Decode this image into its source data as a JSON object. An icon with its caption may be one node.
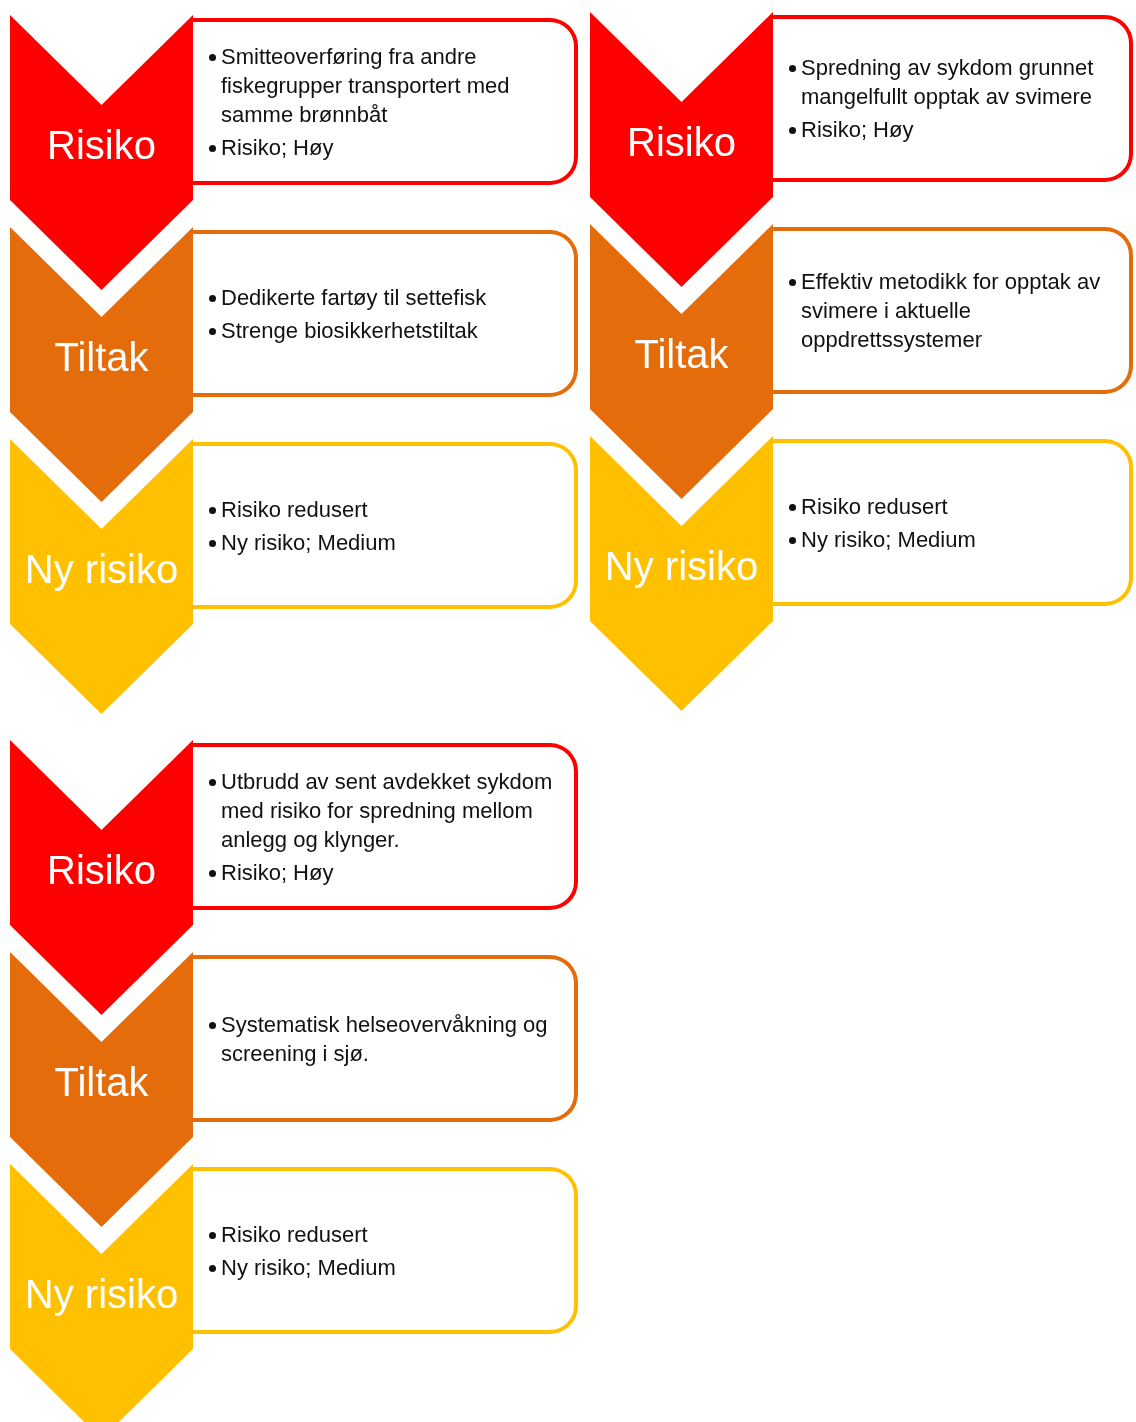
{
  "diagram": {
    "nodes": [
      {
        "text": [
          "Risiko"
        ]
      },
      {
        "text": [
          "Smitteoverføring fra andre fiskegrupper transportert med samme brønnbåt",
          "Risiko; Høy"
        ]
      },
      {
        "text": [
          "Tiltak"
        ]
      },
      {
        "text": [
          "Dedikerte fartøy til settefisk",
          "Strenge biosikkerhetstiltak"
        ]
      },
      {
        "text": [
          "Ny risiko"
        ]
      },
      {
        "text": [
          "Risiko redusert",
          "Ny risiko; Medium"
        ]
      },
      {
        "text": [
          "Risiko"
        ]
      },
      {
        "text": [
          "Spredning av sykdom grunnet mangelfullt opptak av svimere",
          "Risiko; Høy"
        ]
      },
      {
        "text": [
          "Tiltak"
        ]
      },
      {
        "text": [
          "Effektiv metodikk for opptak av svimere i aktuelle oppdrettssystemer"
        ]
      },
      {
        "text": [
          "Ny risiko"
        ]
      },
      {
        "text": [
          "Risiko redusert",
          "Ny risiko; Medium"
        ]
      },
      {
        "text": [
          "Risiko"
        ]
      },
      {
        "text": [
          "Utbrudd av sent avdekket sykdom med risiko for spredning mellom anlegg og klynger.",
          "Risiko; Høy"
        ]
      },
      {
        "text": [
          "Tiltak"
        ]
      },
      {
        "text": [
          "Systematisk helseovervåkning og screening i sjø."
        ]
      },
      {
        "text": [
          "Ny risiko"
        ]
      },
      {
        "text": [
          "Risiko redusert",
          "Ny risiko; Medium"
        ]
      }
    ]
  }
}
